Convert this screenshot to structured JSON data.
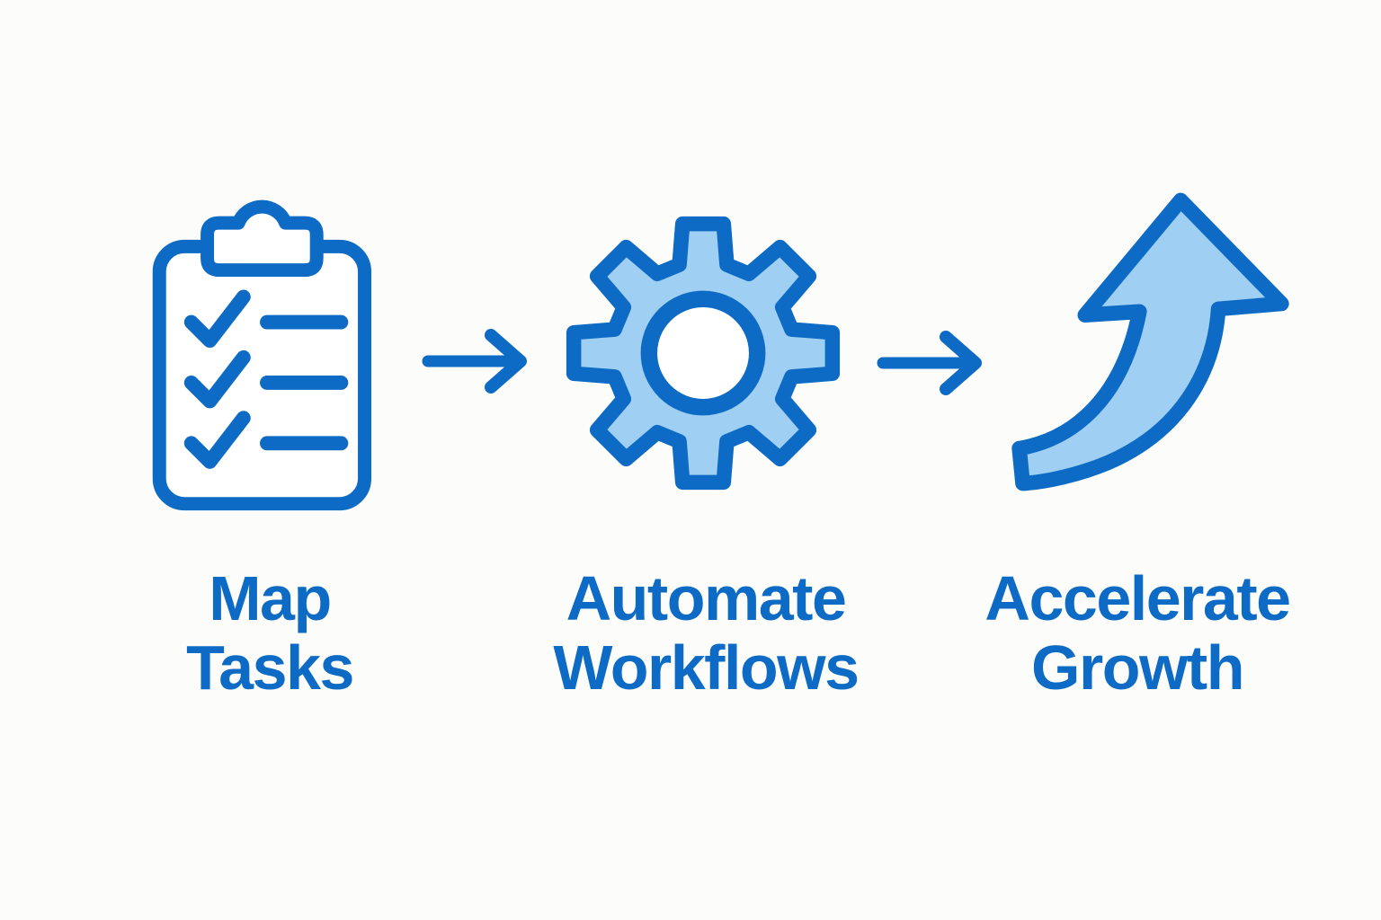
{
  "colors": {
    "primary_blue": "#0D6BC5",
    "light_blue": "#9FCFF2",
    "icon_white": "#FFFFFF",
    "background": "#FCFDFB"
  },
  "diagram": {
    "type": "process-flow",
    "steps": [
      {
        "icon": "clipboard-checklist-icon",
        "label_line1": "Map",
        "label_line2": "Tasks"
      },
      {
        "icon": "gear-icon",
        "label_line1": "Automate",
        "label_line2": "Workflows"
      },
      {
        "icon": "growth-arrow-icon",
        "label_line1": "Accelerate",
        "label_line2": "Growth"
      }
    ],
    "connectors": [
      {
        "icon": "right-arrow-icon"
      },
      {
        "icon": "right-arrow-icon"
      }
    ]
  }
}
